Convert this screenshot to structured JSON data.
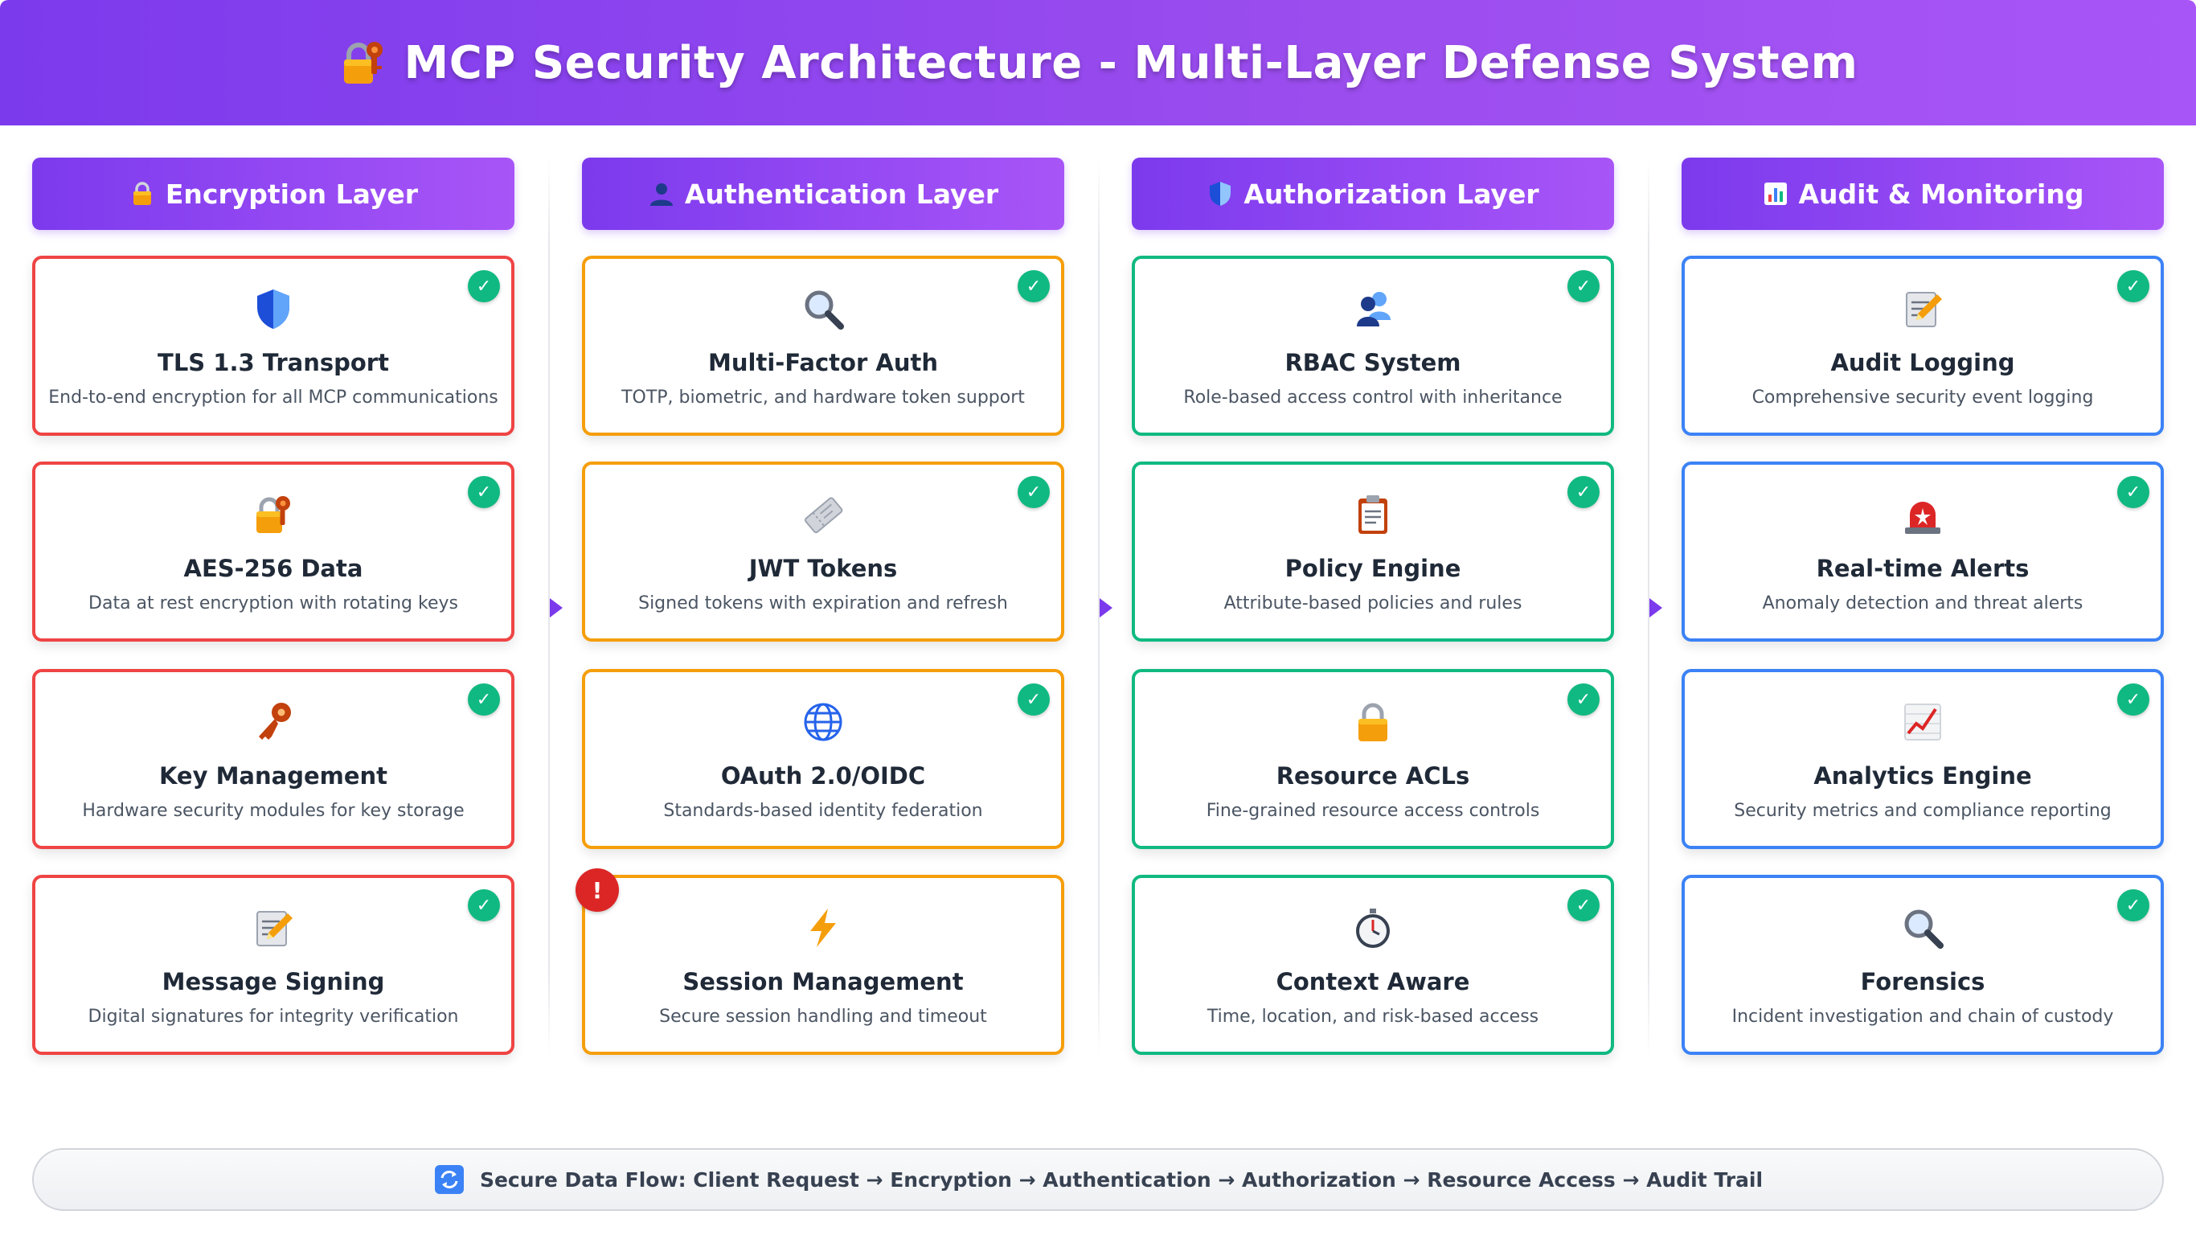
{
  "header": {
    "title": "MCP Security Architecture - Multi-Layer Defense System",
    "icon": "lock-with-key-icon"
  },
  "colors": {
    "header_gradient_start": "#7c3aed",
    "header_gradient_end": "#a855f7",
    "encryption_border": "#ef4444",
    "authentication_border": "#f59e0b",
    "authorization_border": "#10b981",
    "audit_border": "#3b82f6",
    "status_ok": "#10b981",
    "status_warning": "#dc2626"
  },
  "columns": [
    {
      "label": "Encryption Layer",
      "icon": "lock-icon",
      "border_color": "#ef4444",
      "cards": [
        {
          "title": "TLS 1.3 Transport",
          "desc": "End-to-end encryption for all MCP communications",
          "icon": "shield-icon",
          "status": "ok",
          "status_glyph": "✓"
        },
        {
          "title": "AES-256 Data",
          "desc": "Data at rest encryption with rotating keys",
          "icon": "lock-with-key-icon",
          "status": "ok",
          "status_glyph": "✓"
        },
        {
          "title": "Key Management",
          "desc": "Hardware security modules for key storage",
          "icon": "key-icon",
          "status": "ok",
          "status_glyph": "✓"
        },
        {
          "title": "Message Signing",
          "desc": "Digital signatures for integrity verification",
          "icon": "memo-icon",
          "status": "ok",
          "status_glyph": "✓"
        }
      ]
    },
    {
      "label": "Authentication Layer",
      "icon": "user-icon",
      "border_color": "#f59e0b",
      "cards": [
        {
          "title": "Multi-Factor Auth",
          "desc": "TOTP, biometric, and hardware token support",
          "icon": "magnifier-icon",
          "status": "ok",
          "status_glyph": "✓"
        },
        {
          "title": "JWT Tokens",
          "desc": "Signed tokens with expiration and refresh",
          "icon": "ticket-icon",
          "status": "ok",
          "status_glyph": "✓"
        },
        {
          "title": "OAuth 2.0/OIDC",
          "desc": "Standards-based identity federation",
          "icon": "globe-icon",
          "status": "ok",
          "status_glyph": "✓"
        },
        {
          "title": "Session Management",
          "desc": "Secure session handling and timeout",
          "icon": "lightning-icon",
          "status": "warning",
          "status_glyph": "!"
        }
      ]
    },
    {
      "label": "Authorization Layer",
      "icon": "shield-icon",
      "border_color": "#10b981",
      "cards": [
        {
          "title": "RBAC System",
          "desc": "Role-based access control with inheritance",
          "icon": "users-icon",
          "status": "ok",
          "status_glyph": "✓"
        },
        {
          "title": "Policy Engine",
          "desc": "Attribute-based policies and rules",
          "icon": "clipboard-icon",
          "status": "ok",
          "status_glyph": "✓"
        },
        {
          "title": "Resource ACLs",
          "desc": "Fine-grained resource access controls",
          "icon": "padlock-icon",
          "status": "ok",
          "status_glyph": "✓"
        },
        {
          "title": "Context Aware",
          "desc": "Time, location, and risk-based access",
          "icon": "stopwatch-icon",
          "status": "ok",
          "status_glyph": "✓"
        }
      ]
    },
    {
      "label": "Audit & Monitoring",
      "icon": "bar-chart-icon",
      "border_color": "#3b82f6",
      "cards": [
        {
          "title": "Audit Logging",
          "desc": "Comprehensive security event logging",
          "icon": "memo-icon",
          "status": "ok",
          "status_glyph": "✓"
        },
        {
          "title": "Real-time Alerts",
          "desc": "Anomaly detection and threat alerts",
          "icon": "siren-icon",
          "status": "ok",
          "status_glyph": "✓"
        },
        {
          "title": "Analytics Engine",
          "desc": "Security metrics and compliance reporting",
          "icon": "trend-chart-icon",
          "status": "ok",
          "status_glyph": "✓"
        },
        {
          "title": "Forensics",
          "desc": "Incident investigation and chain of custody",
          "icon": "magnifier-icon",
          "status": "ok",
          "status_glyph": "✓"
        }
      ]
    }
  ],
  "flow": {
    "icon": "cycle-arrows-icon",
    "text": "Secure Data Flow: Client Request → Encryption → Authentication → Authorization → Resource Access → Audit Trail"
  }
}
